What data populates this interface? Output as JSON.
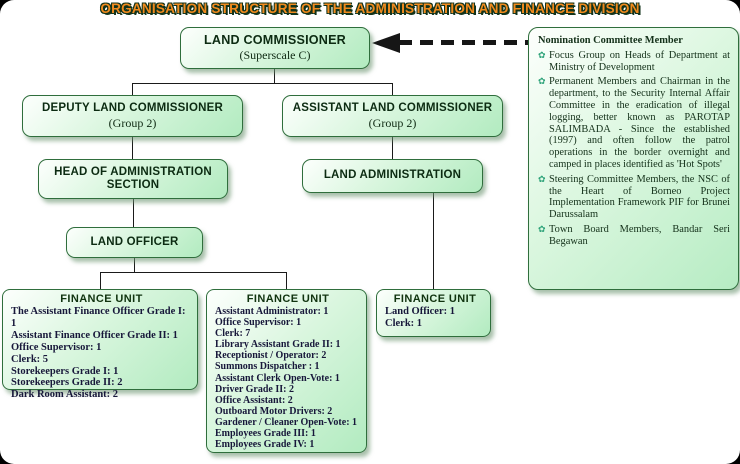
{
  "title": "ORGANISATION STRUCTURE OF THE ADMINISTRATION AND FINANCE DIVISION",
  "nodes": {
    "land_commissioner": {
      "title": "LAND COMMISSIONER",
      "subtitle": "(Superscale C)"
    },
    "deputy_land_commissioner": {
      "title": "DEPUTY LAND COMMISSIONER",
      "subtitle": "(Group 2)"
    },
    "assistant_land_commissioner": {
      "title": "ASSISTANT LAND COMMISSIONER",
      "subtitle": "(Group 2)"
    },
    "head_of_administration": {
      "title_line1": "HEAD OF ADMINISTRATION",
      "title_line2": "SECTION"
    },
    "land_administration": {
      "title": "LAND ADMINISTRATION"
    },
    "land_officer": {
      "title": "LAND OFFICER"
    }
  },
  "finance_units": [
    {
      "title": "FINANCE UNIT",
      "items": [
        "The Assistant Finance Officer Grade I: 1",
        "Assistant Finance Officer Grade II: 1",
        "Office Supervisor: 1",
        "Clerk: 5",
        "Storekeepers Grade I: 1",
        "Storekeepers Grade II: 2",
        "Dark Room Assistant: 2"
      ]
    },
    {
      "title": "FINANCE UNIT",
      "items": [
        "Assistant Administrator: 1",
        "Office Supervisor: 1",
        "Clerk: 7",
        "Library Assistant Grade II: 1",
        "Receptionist / Operator: 2",
        "Summons Dispatcher : 1",
        "Assistant Clerk Open-Vote: 1",
        "Driver Grade II: 2",
        "Office Assistant: 2",
        "Outboard Motor Drivers: 2",
        "Gardener / Cleaner Open-Vote: 1",
        "Employees Grade III: 1",
        "Employees Grade IV: 1"
      ]
    },
    {
      "title": "FINANCE UNIT",
      "items": [
        "Land Officer: 1",
        "Clerk: 1"
      ]
    }
  ],
  "notes": {
    "header": "Nomination Committee Member",
    "bullet_icon": "✿",
    "bullets": [
      "Focus Group on Heads of Department at Ministry of Development",
      "Permanent Members and Chairman in the department, to the Security Internal Affair Committee in the eradication of illegal logging, better known as PAROTAP SALIMBADA - Since the established (1997) and often follow the patrol operations in the border overnight and camped in places identified as 'Hot Spots'",
      "Steering Committee Members, the NSC of the Heart of Borneo Project Implementation Framework PIF for Brunei Darussalam",
      "Town Board Members, Bandar Seri Begawan"
    ]
  }
}
